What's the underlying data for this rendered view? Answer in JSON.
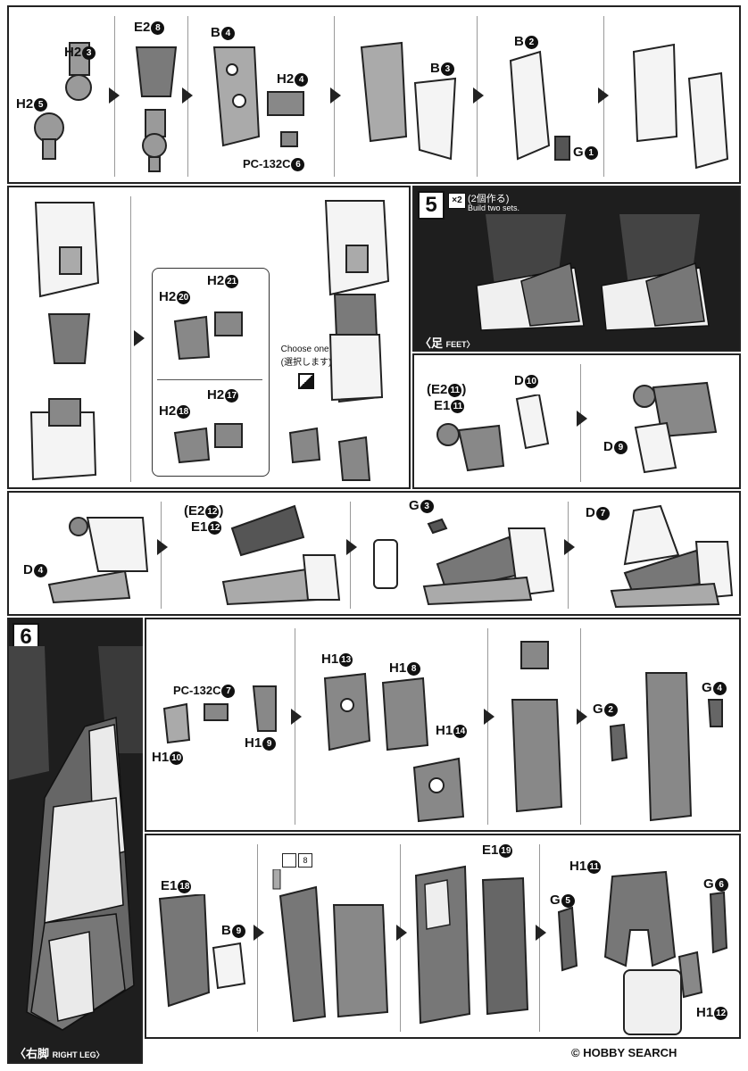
{
  "labels": {
    "p1_h2_3": "H2",
    "p1_h2_5": "H2",
    "p1_e2_8": "E2",
    "p1_b_4": "B",
    "p1_h2_4": "H2",
    "p1_pc_6": "PC-132C",
    "p1_b_3": "B",
    "p1_b_2": "B",
    "p1_g_1": "G",
    "p2_h2_20": "H2",
    "p2_h2_21": "H2",
    "p2_h2_18": "H2",
    "p2_h2_17": "H2",
    "p4_e2_11": "(E2",
    "p4_e1_11": "E1",
    "p4_d_10": "D",
    "p4_d_9": "D",
    "p5_d_4": "D",
    "p5_e2_12": "(E2",
    "p5_e1_12": "E1",
    "p5_g_3": "G",
    "p5_d_7": "D",
    "p6_pc_7": "PC-132C",
    "p6_h1_10": "H1",
    "p6_h1_9": "H1",
    "p6_h1_13": "H1",
    "p6_h1_8": "H1",
    "p6_h1_14": "H1",
    "p6_g_2": "G",
    "p6_g_4": "G",
    "p7_e1_18": "E1",
    "p7_b_9": "B",
    "p7_e1_19": "E1",
    "p7_h1_11": "H1",
    "p7_g_5": "G",
    "p7_g_6": "G",
    "p7_h1_12": "H1"
  },
  "nums": {
    "n3": "3",
    "n5": "5",
    "n8": "8",
    "n4": "4",
    "n4b": "4",
    "n6": "6",
    "n3b": "3",
    "n2": "2",
    "n1": "1",
    "n20": "20",
    "n21": "21",
    "n18": "18",
    "n17": "17",
    "n11a": "11",
    "n11b": "11",
    "n10": "10",
    "n9": "9",
    "n4c": "4",
    "n12a": "12",
    "n12b": "12",
    "n3c": "3",
    "n7": "7",
    "n7b": "7",
    "n10b": "10",
    "n9b": "9",
    "n13": "13",
    "n8b": "8",
    "n14": "14",
    "n2b": "2",
    "n4d": "4",
    "n18b": "18",
    "n9c": "9",
    "n19": "19",
    "n11c": "11",
    "n5b": "5",
    "n6b": "6",
    "n12c": "12"
  },
  "step5": {
    "number": "5",
    "sets_badge": "×2",
    "sets_jp": "(2個作る)",
    "sets_en": "Build two sets.",
    "caption_jp": "〈足",
    "caption_en": "FEET〉"
  },
  "step6": {
    "number": "6",
    "caption_jp": "〈右脚",
    "caption_en": "RIGHT LEG〉"
  },
  "choose": {
    "en": "Choose one.",
    "jp": "(選択します)"
  },
  "p5_paren": ")",
  "p4_paren": ")",
  "tool_badge": "8",
  "watermark": {
    "logo": "HOBBY SEARCH",
    "copyright": "©"
  }
}
